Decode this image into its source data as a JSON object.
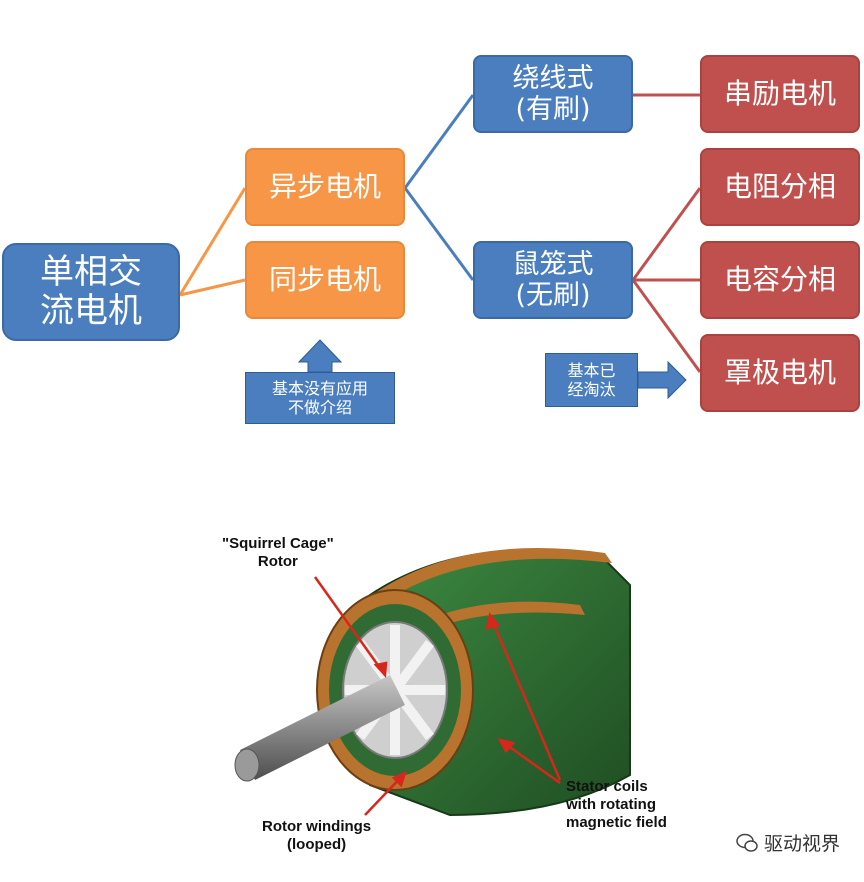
{
  "tree": {
    "root": "单相交\n流电机",
    "async_motor": "异步电机",
    "sync_motor": "同步电机",
    "wound": "绕线式\n(有刷)",
    "squirrel": "鼠笼式\n(无刷)",
    "series": "串励电机",
    "resistance_split": "电阻分相",
    "capacitor_split": "电容分相",
    "shaded_pole": "罩极电机"
  },
  "notes": {
    "sync_note": "基本没有应用\n不做介绍",
    "obsolete_note": "基本已\n经淘汰"
  },
  "motor_illustration": {
    "label_squirrel_cage": "\"Squirrel Cage\"\nRotor",
    "label_rotor_windings": "Rotor windings\n(looped)",
    "label_stator_coils": "Stator coils\nwith rotating\nmagnetic field"
  },
  "watermark": "驱动视界",
  "colors": {
    "blue": "#4a7ebf",
    "orange": "#f79646",
    "red": "#c0504d",
    "stator_green": "#2f6b33",
    "copper": "#b8742e"
  }
}
